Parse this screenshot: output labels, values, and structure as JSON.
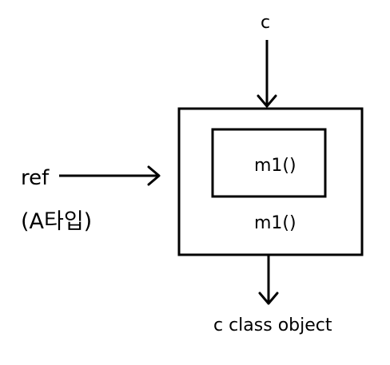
{
  "labels": {
    "top_input": "c",
    "ref": "ref",
    "ref_type": "(A타입)",
    "inner_method": "m1()",
    "outer_method": "m1()",
    "output": "c class object"
  },
  "colors": {
    "stroke": "#000000",
    "background": "#ffffff"
  }
}
